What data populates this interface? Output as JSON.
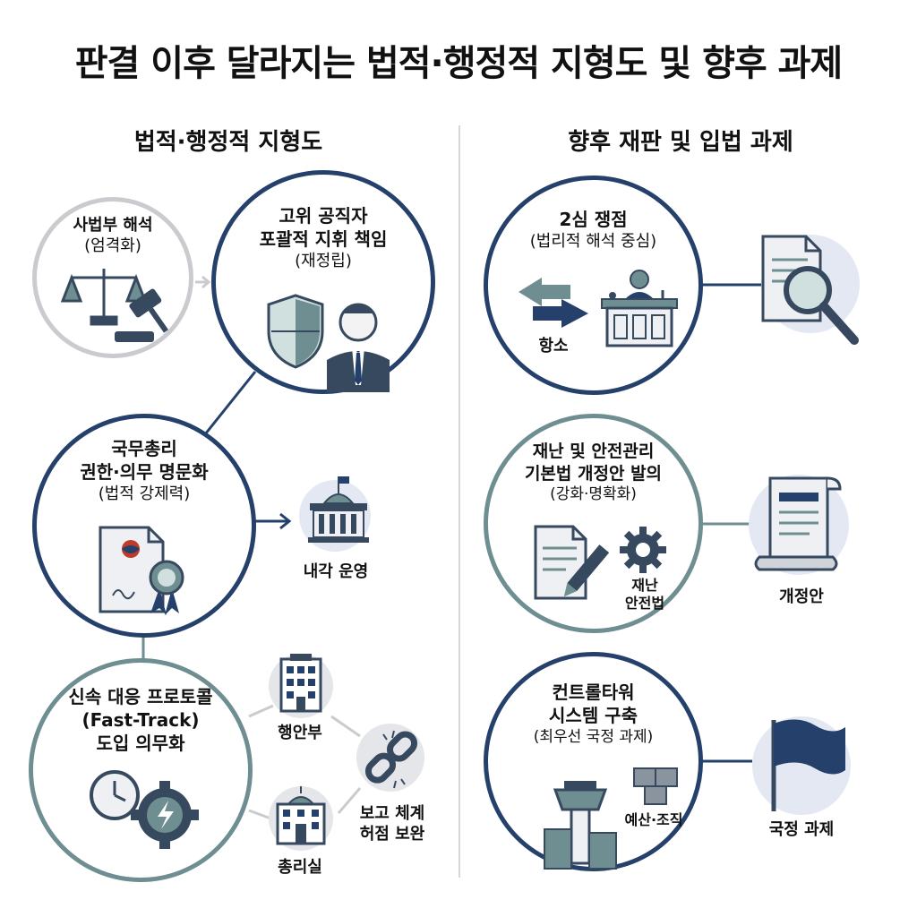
{
  "title": "판결 이후 달라지는 법적·행정적 지형도 및 향후 과제",
  "left": {
    "heading": "법적·행정적 지형도",
    "judiciary": {
      "title": "사법부 해석",
      "sub": "(엄격화)"
    },
    "official": {
      "line1": "고위 공직자",
      "line2": "포괄적 지휘 책임",
      "sub": "(재정립)"
    },
    "pm": {
      "line1": "국무총리",
      "line2": "권한·의무 명문화",
      "sub": "(법적 강제력)"
    },
    "cabinet_label": "내각 운영",
    "protocol": {
      "line1": "신속 대응 프로토콜",
      "line2": "(Fast-Track)",
      "line3": "도입 의무화"
    },
    "ministry_label": "행안부",
    "pmo_label": "총리실",
    "report": {
      "line1": "보고 체계",
      "line2": "허점 보완"
    }
  },
  "right": {
    "heading": "향후 재판 및 입법 과제",
    "appeal": {
      "title": "2심 쟁점",
      "sub": "(법리적 해석 중심)",
      "icon_label": "항소"
    },
    "amend": {
      "line1": "재난 및 안전관리",
      "line2": "기본법 개정안 발의",
      "sub": "(강화·명확화)",
      "icon_label1": "재난",
      "icon_label2": "안전법"
    },
    "amend_label": "개정안",
    "tower": {
      "line1": "컨트롤타워",
      "line2": "시스템 구축",
      "sub": "(최우선 국정 과제)",
      "icon_label": "예산·조직"
    },
    "tower_label": "국정 과제"
  },
  "colors": {
    "navy": "#25406a",
    "teal": "#6e8e92",
    "gray": "#c9cbce",
    "bgblue": "#e3e8f3"
  }
}
